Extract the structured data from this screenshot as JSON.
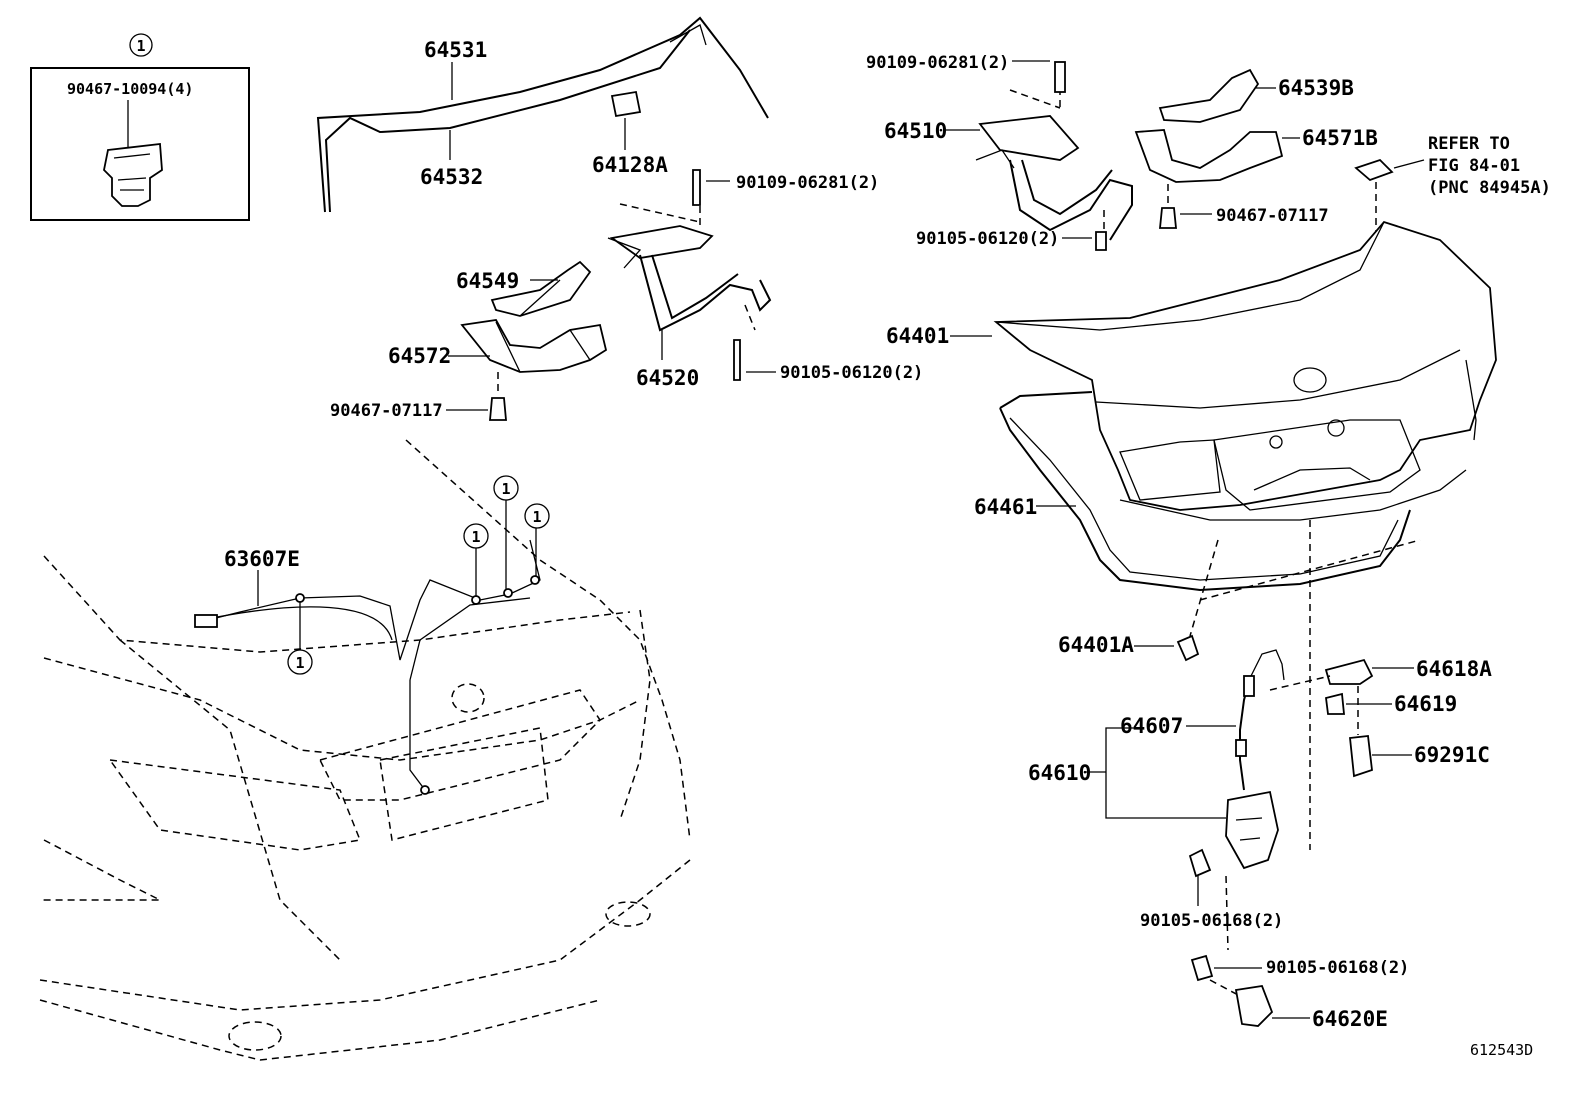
{
  "inset": {
    "callout": "1",
    "part": "90467-10094(4)"
  },
  "labels": {
    "p64531": "64531",
    "p64532": "64532",
    "p64128A": "64128A",
    "p90109_left": "90109-06281(2)",
    "p64549": "64549",
    "p64572": "64572",
    "p64520": "64520",
    "p90105_mid": "90105-06120(2)",
    "p90467_left": "90467-07117",
    "p63607E": "63607E",
    "p90109_right": "90109-06281(2)",
    "p64510": "64510",
    "p64539B": "64539B",
    "p64571B": "64571B",
    "p90467_right": "90467-07117",
    "p90105_right": "90105-06120(2)",
    "refer_1": "REFER TO",
    "refer_2": "FIG 84-01",
    "refer_3": "(PNC 84945A)",
    "p64401": "64401",
    "p64461": "64461",
    "p64401A": "64401A",
    "p64618A": "64618A",
    "p64619": "64619",
    "p69291C": "69291C",
    "p64607": "64607",
    "p64610": "64610",
    "p90105_06168_a": "90105-06168(2)",
    "p90105_06168_b": "90105-06168(2)",
    "p64620E": "64620E",
    "figure_id": "612543D"
  },
  "callouts": [
    "1",
    "1",
    "1",
    "1"
  ]
}
